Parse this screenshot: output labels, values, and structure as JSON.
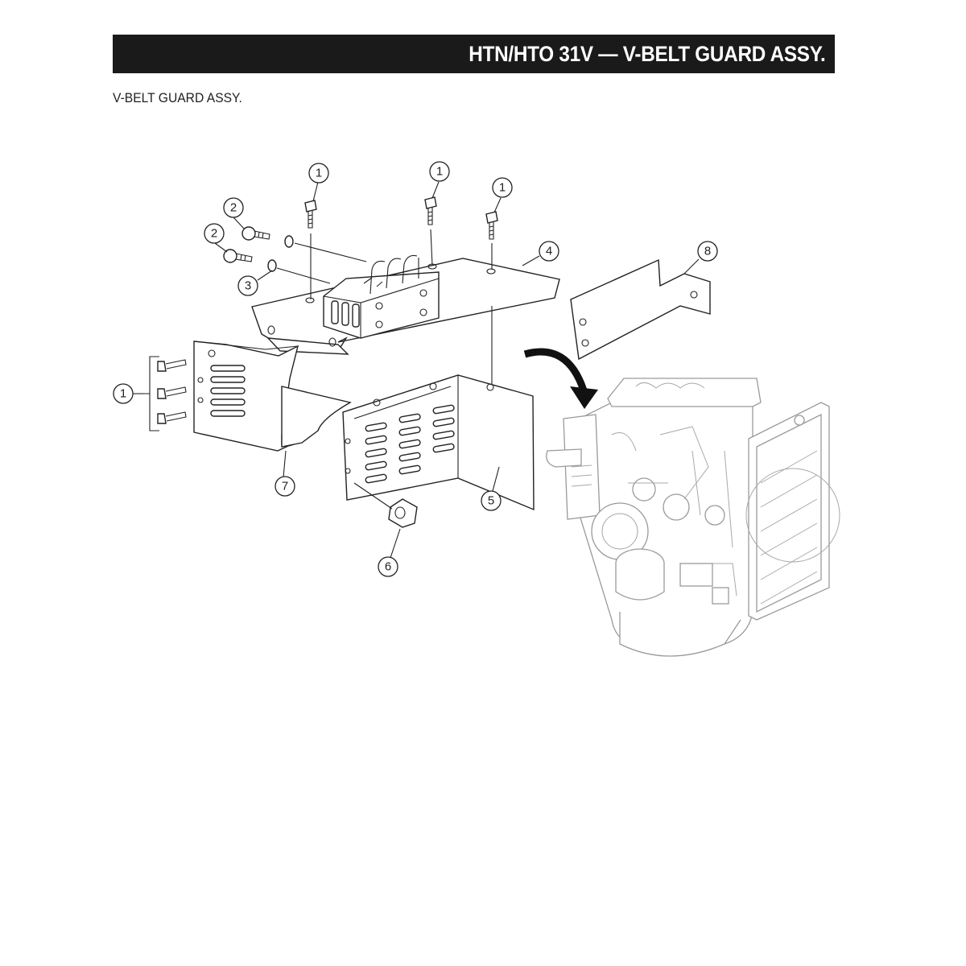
{
  "header": {
    "title": "HTN/HTO 31V — V-BELT GUARD ASSY."
  },
  "subtitle": "V-BELT GUARD ASSY.",
  "callouts": [
    {
      "label": "1",
      "part": "bolt"
    },
    {
      "label": "1",
      "part": "bolt"
    },
    {
      "label": "1",
      "part": "bolt"
    },
    {
      "label": "1",
      "part": "bolt"
    },
    {
      "label": "2",
      "part": "bolt"
    },
    {
      "label": "2",
      "part": "bolt"
    },
    {
      "label": "3",
      "part": "washer"
    },
    {
      "label": "4",
      "part": "mounting-bracket"
    },
    {
      "label": "5",
      "part": "front-guard"
    },
    {
      "label": "6",
      "part": "clip"
    },
    {
      "label": "7",
      "part": "side-guard"
    },
    {
      "label": "8",
      "part": "plate-bracket"
    }
  ]
}
